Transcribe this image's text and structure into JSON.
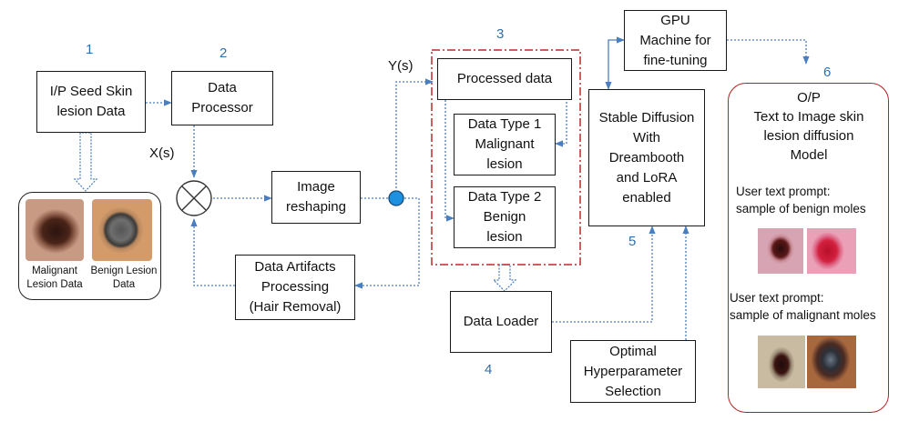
{
  "stages": {
    "s1": "1",
    "s2": "2",
    "s3": "3",
    "s4": "4",
    "s5": "5",
    "s6": "6"
  },
  "signals": {
    "xs": "X(s)",
    "ys": "Y(s)"
  },
  "seed": {
    "line1": "I/P Seed Skin",
    "line2": "lesion Data"
  },
  "samples": {
    "malignant_l1": "Malignant",
    "malignant_l2": "Lesion Data",
    "benign_l1": "Benign Lesion",
    "benign_l2": "Data"
  },
  "processor": {
    "line1": "Data",
    "line2": "Processor"
  },
  "reshape": {
    "line1": "Image",
    "line2": "reshaping"
  },
  "artifacts": {
    "line1": "Data Artifacts",
    "line2": "Processing",
    "line3": "(Hair Removal)"
  },
  "processed": {
    "title": "Processed data"
  },
  "type1": {
    "line1": "Data Type 1",
    "line2": "Malignant",
    "line3": "lesion"
  },
  "type2": {
    "line1": "Data Type 2",
    "line2": "Benign",
    "line3": "lesion"
  },
  "loader": {
    "label": "Data Loader"
  },
  "gpu": {
    "line1": "GPU",
    "line2": "Machine for",
    "line3": "fine-tuning"
  },
  "diffusion": {
    "line1": "Stable Diffusion",
    "line2": "With",
    "line3": "Dreambooth",
    "line4": "and LoRA",
    "line5": "enabled"
  },
  "hyper": {
    "line1": "Optimal",
    "line2": "Hyperparameter",
    "line3": "Selection"
  },
  "output": {
    "line1": "O/P",
    "line2": "Text to Image skin",
    "line3": "lesion diffusion",
    "line4": "Model",
    "prompt1_l1": "User text prompt:",
    "prompt1_l2": "sample of benign moles",
    "prompt2_l1": "User text prompt:",
    "prompt2_l2": "sample of malignant moles"
  },
  "colors": {
    "stage_number": "#2f6fb0",
    "wire": "#4a7ebf",
    "dashed_frame": "#c0282d",
    "output_border": "#b22222",
    "junction": "#1e90e0"
  }
}
